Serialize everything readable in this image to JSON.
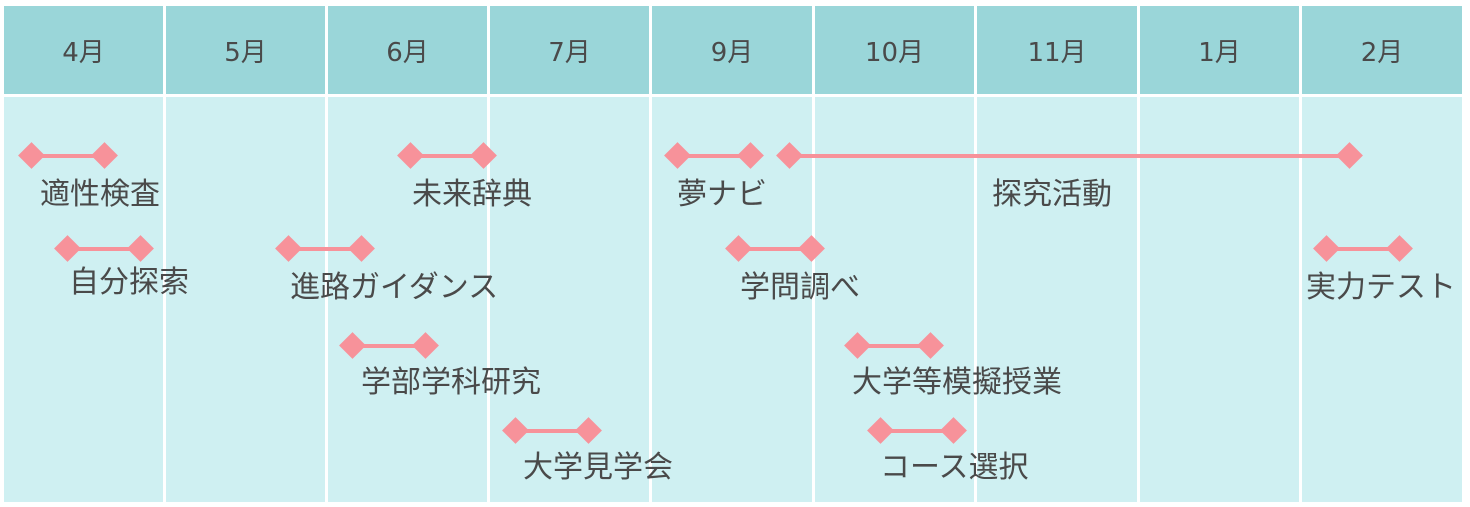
{
  "colors": {
    "header_bg": "#9ad6d9",
    "body_bg": "#cff0f2",
    "accent": "#f7929a",
    "text": "#4a4a4a"
  },
  "months": [
    "4月",
    "5月",
    "6月",
    "7月",
    "9月",
    "10月",
    "11月",
    "1月",
    "2月"
  ],
  "events": [
    {
      "label": "適性検査"
    },
    {
      "label": "未来辞典"
    },
    {
      "label": "夢ナビ"
    },
    {
      "label": "探究活動"
    },
    {
      "label": "自分探索"
    },
    {
      "label": "進路ガイダンス"
    },
    {
      "label": "学問調べ"
    },
    {
      "label": "実力テスト"
    },
    {
      "label": "学部学科研究"
    },
    {
      "label": "大学等模擬授業"
    },
    {
      "label": "大学見学会"
    },
    {
      "label": "コース選択"
    }
  ]
}
